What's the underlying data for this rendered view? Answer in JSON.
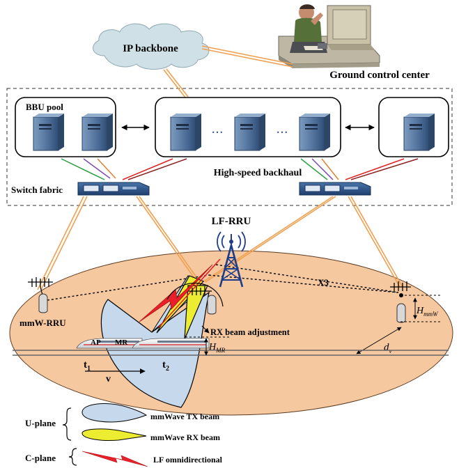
{
  "labels": {
    "ip_backbone": "IP backbone",
    "ground_control": "Ground control center",
    "bbu_pool": "BBU pool",
    "high_speed_backhaul": "High-speed backhaul",
    "switch_fabric": "Switch fabric",
    "lf_rru": "LF-RRU",
    "mmw_rru": "mmW-RRU",
    "rx_beam_adjustment": "RX beam adjustment",
    "ap": "AP",
    "mr": "MR",
    "x3": "X3",
    "t1_base": "t",
    "t1_sub": "1",
    "t2_base": "t",
    "t2_sub": "2",
    "v": "v",
    "h_mmw_base": "H",
    "h_mmw_sub": "mmW",
    "h_mr_base": "H",
    "h_mr_sub": "MR",
    "d_v_base": "d",
    "d_v_sub": "v",
    "dots": "···"
  },
  "legend": {
    "u_plane": "U-plane",
    "c_plane": "C-plane",
    "tx_beam": "mmWave TX beam",
    "rx_beam": "mmWave RX beam",
    "lf_omni": "LF omnidirectional"
  },
  "colors": {
    "backhaul_link": "#f0a050",
    "ellipse_fill": "#f6c8a0",
    "tx_beam_fill": "#c6d9ec",
    "rx_beam_fill": "#ecec30",
    "lf_signal": "#e8202a",
    "tower": "#1e3c8c",
    "server": "#5a7ea6",
    "cloud": "#cfe0e6"
  }
}
